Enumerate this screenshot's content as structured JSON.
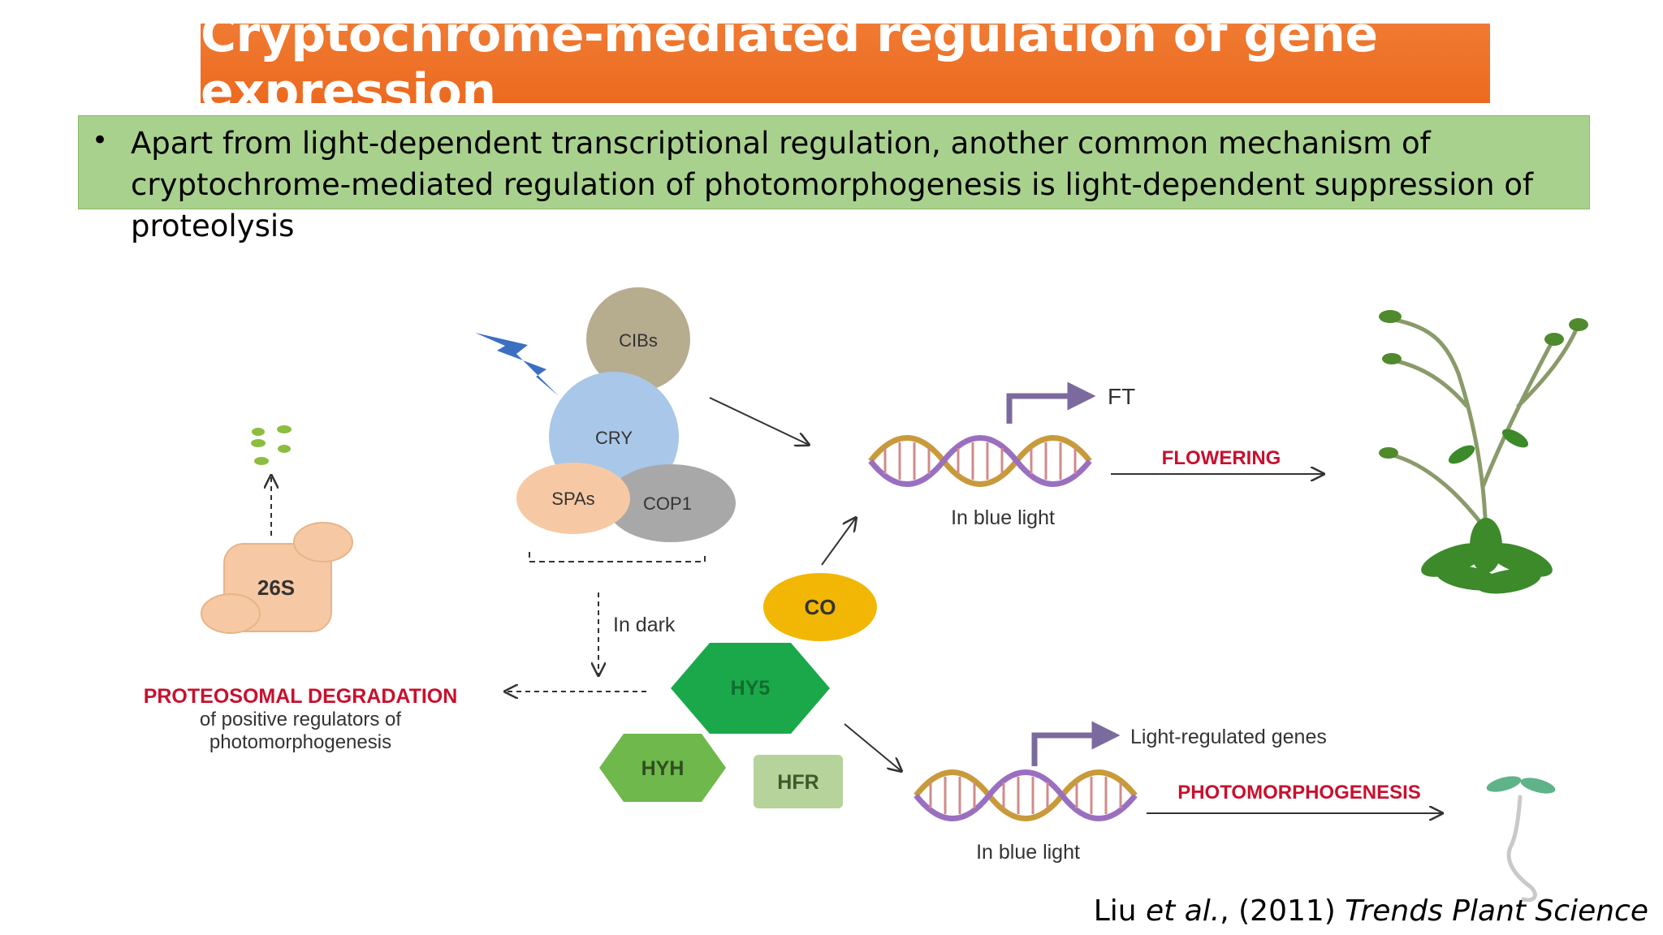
{
  "slide": {
    "title": "Cryptochrome-mediated regulation of gene expression",
    "bullet": "Apart from light-dependent transcriptional regulation, another common mechanism of cryptochrome-mediated regulation of photomorphogenesis is light-dependent suppression of proteolysis"
  },
  "diagram": {
    "cibs": "CIBs",
    "cry": "CRY",
    "spas": "SPAs",
    "cop1": "COP1",
    "proteasome": "26S",
    "in_dark": "In dark",
    "degradation_title": "PROTEOSOMAL DEGRADATION",
    "degradation_line1": "of positive regulators of",
    "degradation_line2": "photomorphogenesis",
    "co": "CO",
    "hy5": "HY5",
    "hyh": "HYH",
    "hfr": "HFR",
    "ft": "FT",
    "in_blue_light_top": "In blue light",
    "flowering": "FLOWERING",
    "light_regulated_genes": "Light-regulated genes",
    "photomorphogenesis": "PHOTOMORPHOGENESIS",
    "in_blue_light_bottom": "In blue light"
  },
  "citation": {
    "authors": "Liu ",
    "etal": "et al.",
    "year": ", (2011) ",
    "journal": "Trends Plant Science"
  },
  "colors": {
    "title_bg": "#ec6a1f",
    "bullet_bg": "#a9d18e",
    "highlight_red": "#c8102e",
    "hy5_green": "#1aa84a",
    "co_yellow": "#f2b705"
  }
}
